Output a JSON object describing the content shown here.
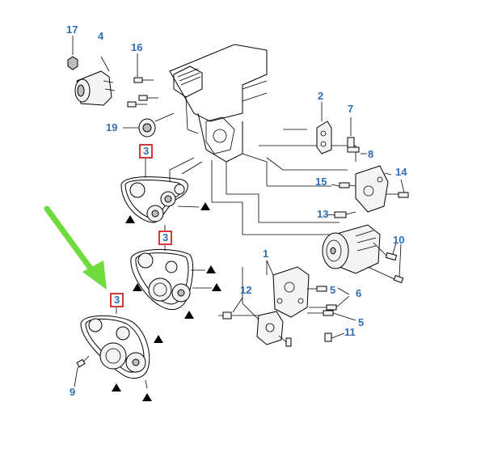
{
  "callouts": {
    "c1": "1",
    "c2": "2",
    "c3a": "3",
    "c3b": "3",
    "c3c": "3",
    "c4": "4",
    "c5a": "5",
    "c5b": "5",
    "c6": "6",
    "c7": "7",
    "c8": "8",
    "c9": "9",
    "c10": "10",
    "c11": "11",
    "c12": "12",
    "c13": "13",
    "c14": "14",
    "c15": "15",
    "c16": "16",
    "c17": "17",
    "c19": "19"
  },
  "colors": {
    "callout": "#2f6fb6",
    "highlight_box": "#d23a3a",
    "arrow": "#6edc3c"
  },
  "icons": {
    "direction_marker": "filled-triangle",
    "pointer": "green-arrow"
  }
}
